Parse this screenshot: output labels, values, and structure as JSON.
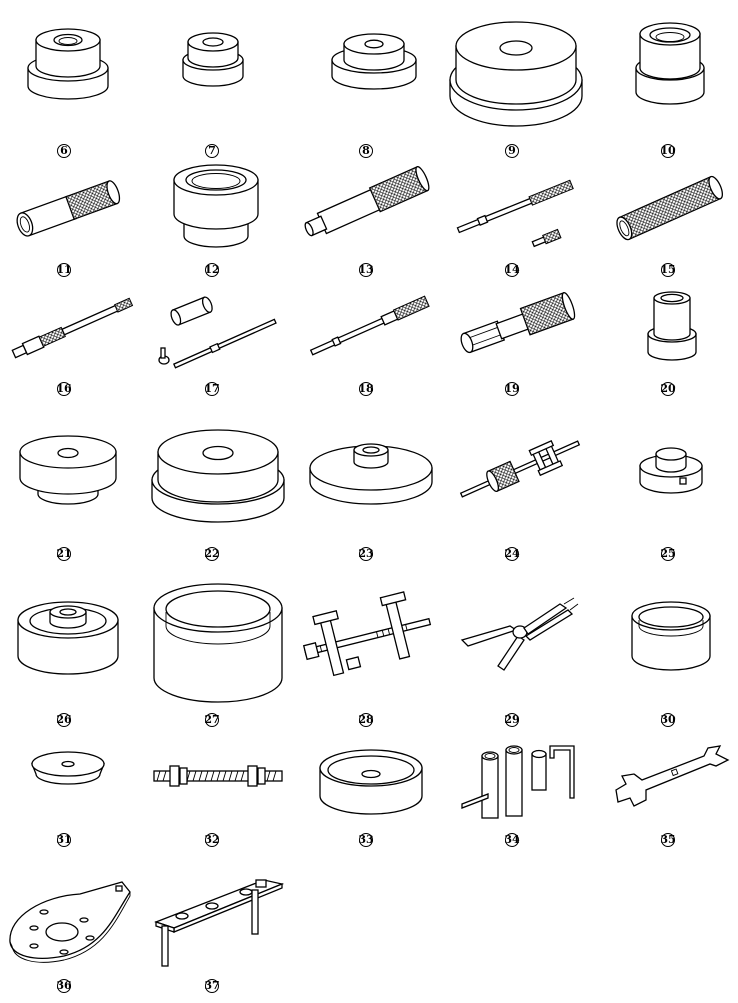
{
  "labels": {
    "t6": "6",
    "t7": "7",
    "t8": "8",
    "t9": "9",
    "t10": "10",
    "t11": "11",
    "t12": "12",
    "t13": "13",
    "t14": "14",
    "t15": "15",
    "t16": "16",
    "t17": "17",
    "t18": "18",
    "t19": "19",
    "t20": "20",
    "t21": "21",
    "t22": "22",
    "t23": "23",
    "t24": "24",
    "t25": "25",
    "t26": "26",
    "t27": "27",
    "t28": "28",
    "t29": "29",
    "t30": "30",
    "t31": "31",
    "t32": "32",
    "t33": "33",
    "t34": "34",
    "t35": "35",
    "t36": "36",
    "t37": "37"
  }
}
